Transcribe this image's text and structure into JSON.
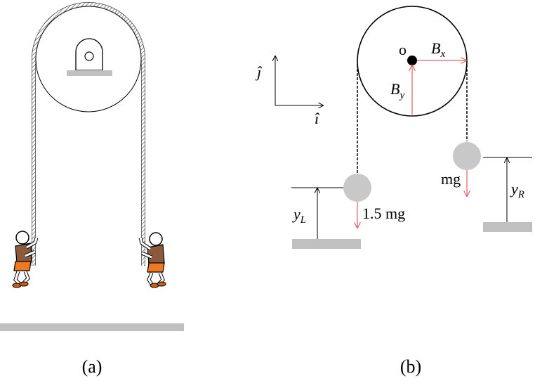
{
  "panel_a": {
    "caption": "(a)"
  },
  "panel_b": {
    "caption": "(b)",
    "axes": {
      "j_hat": "ĵ",
      "i_hat": "î"
    },
    "pulley": {
      "center_label": "o",
      "bx_base": "B",
      "bx_sub": "x",
      "by_base": "B",
      "by_sub": "y"
    },
    "left_mass": {
      "force_label": "1.5 mg",
      "height_base": "y",
      "height_sub": "L"
    },
    "right_mass": {
      "force_label": "mg",
      "height_base": "y",
      "height_sub": "R"
    },
    "colors": {
      "vector": "#e06060",
      "ground": "#c0c0c0",
      "mass": "#c8c8c8"
    }
  }
}
